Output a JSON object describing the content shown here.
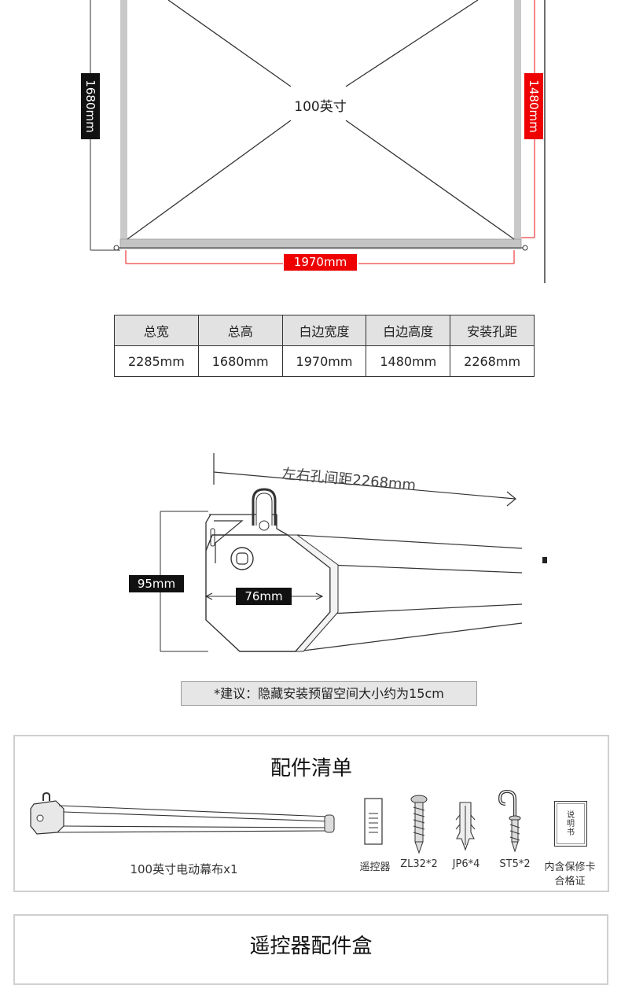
{
  "screen_diagram": {
    "size_label": "100英寸",
    "height_label": "1680mm",
    "viewable_height_label": "1480mm",
    "viewable_width_label": "1970mm"
  },
  "spec_table": {
    "headers": [
      "总宽",
      "总高",
      "白边宽度",
      "白边高度",
      "安装孔距"
    ],
    "values": [
      "2285mm",
      "1680mm",
      "1970mm",
      "1480mm",
      "2268mm"
    ]
  },
  "housing_diagram": {
    "hole_distance_label": "左右孔间距2268mm",
    "height_label": "95mm",
    "width_label": "76mm"
  },
  "install_note": "*建议：隐藏安装预留空间大小约为15cm",
  "accessories": {
    "title": "配件清单",
    "items": [
      {
        "icon": "motorized-screen-icon",
        "label": "100英寸电动幕布x1"
      },
      {
        "icon": "remote-control-icon",
        "label": "遥控器"
      },
      {
        "icon": "screw-icon",
        "label": "ZL32*2"
      },
      {
        "icon": "wall-anchor-icon",
        "label": "JP6*4"
      },
      {
        "icon": "hook-screw-icon",
        "label": "ST5*2"
      },
      {
        "icon": "manual-icon",
        "label_line1": "内含保修卡",
        "label_line2": "合格证",
        "booklet_text": [
          "说",
          "明",
          "书"
        ]
      }
    ]
  },
  "remote_box": {
    "title": "遥控器配件盒"
  }
}
